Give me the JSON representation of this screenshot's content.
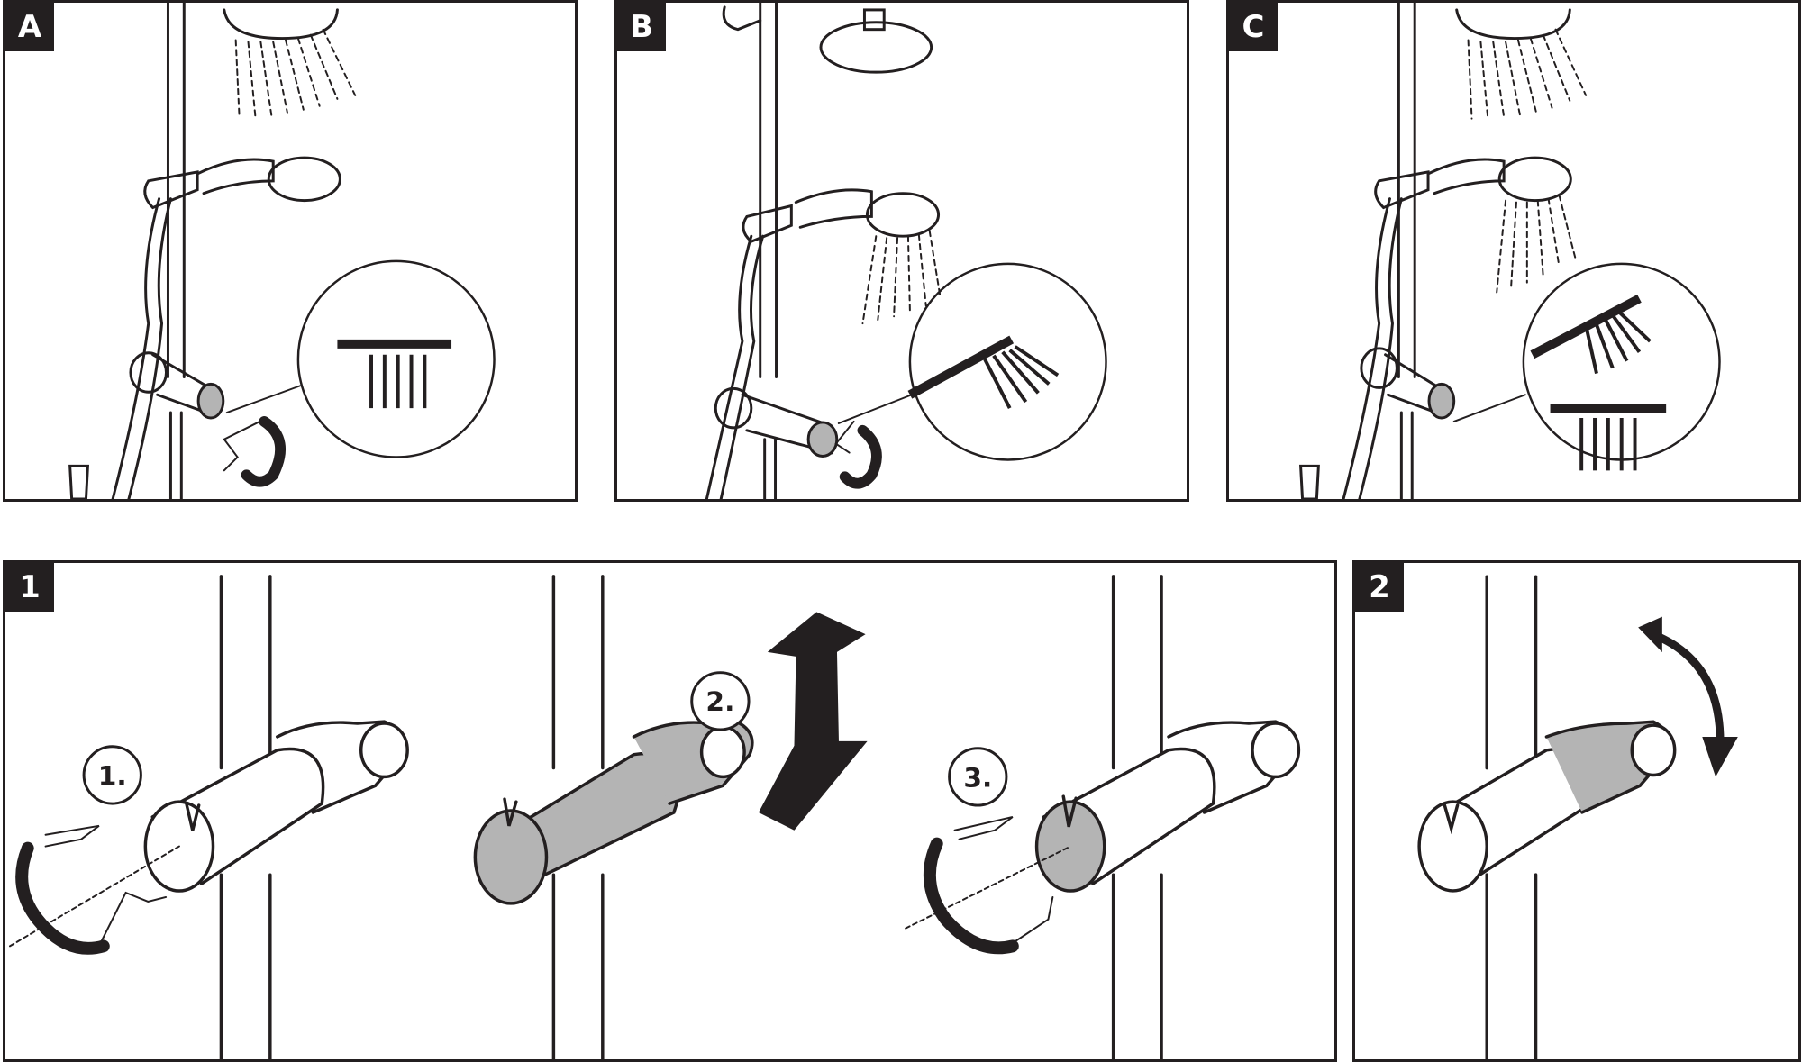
{
  "panels": {
    "a": {
      "label": "A"
    },
    "b": {
      "label": "B"
    },
    "c": {
      "label": "C"
    },
    "one": {
      "label": "1"
    },
    "two": {
      "label": "2"
    }
  },
  "steps": {
    "s1": "1.",
    "s2": "2.",
    "s3": "3."
  },
  "colors": {
    "ink": "#231f20",
    "fill_grey": "#b4b4b4",
    "paper": "#ffffff"
  },
  "icons": [
    "rain-spray-icon",
    "angled-spray-icon",
    "dual-spray-icon",
    "rotate-arrow-icon",
    "double-vertical-arrow-icon",
    "tilt-curved-arrow-icon"
  ]
}
